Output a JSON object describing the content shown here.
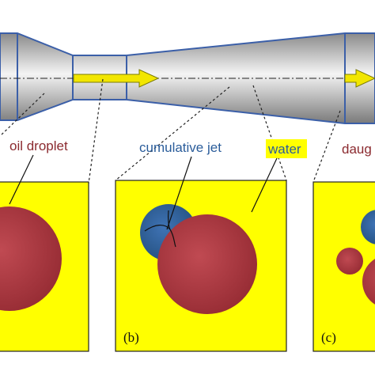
{
  "labels": {
    "oil_droplet": "oil droplet",
    "cumulative_jet": "cumulative jet",
    "water": "water",
    "daughter": "daug"
  },
  "panels": {
    "b": "(b)",
    "c": "(c)"
  },
  "colors": {
    "droplet": "#a8363f",
    "jet": "#2f5f9e",
    "water": "#ffff00",
    "arrow": "#f2e600",
    "pipe_dark": "#7c7c7c",
    "pipe_light": "#f2f2f2",
    "pipe_outline": "#3b5fa8",
    "label_dark_red": "#8b2a2f",
    "label_blue": "#2a5c9a"
  }
}
